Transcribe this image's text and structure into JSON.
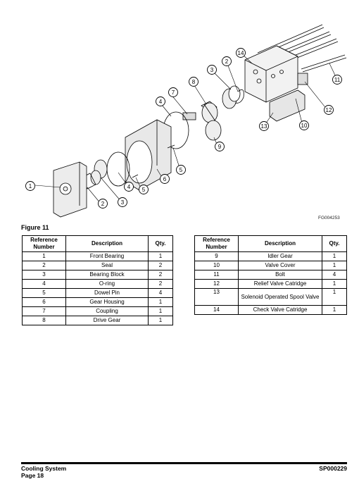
{
  "figure": {
    "caption": "Figure 11",
    "code": "FG004253",
    "callouts": [
      "1",
      "2",
      "3",
      "4",
      "5",
      "6",
      "7",
      "8",
      "3",
      "2",
      "14",
      "11",
      "12",
      "10",
      "13",
      "9",
      "4",
      "5"
    ]
  },
  "table_left": {
    "headers": [
      "Reference Number",
      "Description",
      "Qty."
    ],
    "rows": [
      [
        "1",
        "Front Bearing",
        "1"
      ],
      [
        "2",
        "Seal",
        "2"
      ],
      [
        "3",
        "Bearing Block",
        "2"
      ],
      [
        "4",
        "O-ring",
        "2"
      ],
      [
        "5",
        "Dowel Pin",
        "4"
      ],
      [
        "6",
        "Gear Housing",
        "1"
      ],
      [
        "7",
        "Coupling",
        "1"
      ],
      [
        "8",
        "Drive Gear",
        "1"
      ]
    ]
  },
  "table_right": {
    "headers": [
      "Reference Number",
      "Description",
      "Qty."
    ],
    "rows": [
      [
        "9",
        "Idler Gear",
        "1"
      ],
      [
        "10",
        "Valve Cover",
        "1"
      ],
      [
        "11",
        "Bolt",
        "4"
      ],
      [
        "12",
        "Relief Valve Catridge",
        "1"
      ],
      [
        "13",
        "Solenoid Operated Spool Valve",
        "1"
      ],
      [
        "14",
        "Check Valve Catridge",
        "1"
      ]
    ]
  },
  "footer": {
    "section": "Cooling System",
    "page": "Page 18",
    "doc_id": "SP000229"
  }
}
